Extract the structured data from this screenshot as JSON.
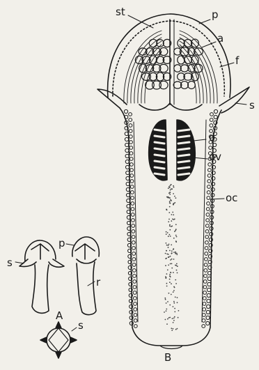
{
  "figure": {
    "labels": {
      "st": "st",
      "p_top": "p",
      "a": "a",
      "f": "f",
      "s_right": "s",
      "o": "o",
      "ov": "ov",
      "oc": "oc",
      "p_small": "p",
      "s_small": "s",
      "r": "r",
      "A": "A",
      "s_bottom": "s",
      "B": "B"
    },
    "colors": {
      "ink": "#1a1a1a",
      "paper": "#f2f0ea"
    }
  }
}
